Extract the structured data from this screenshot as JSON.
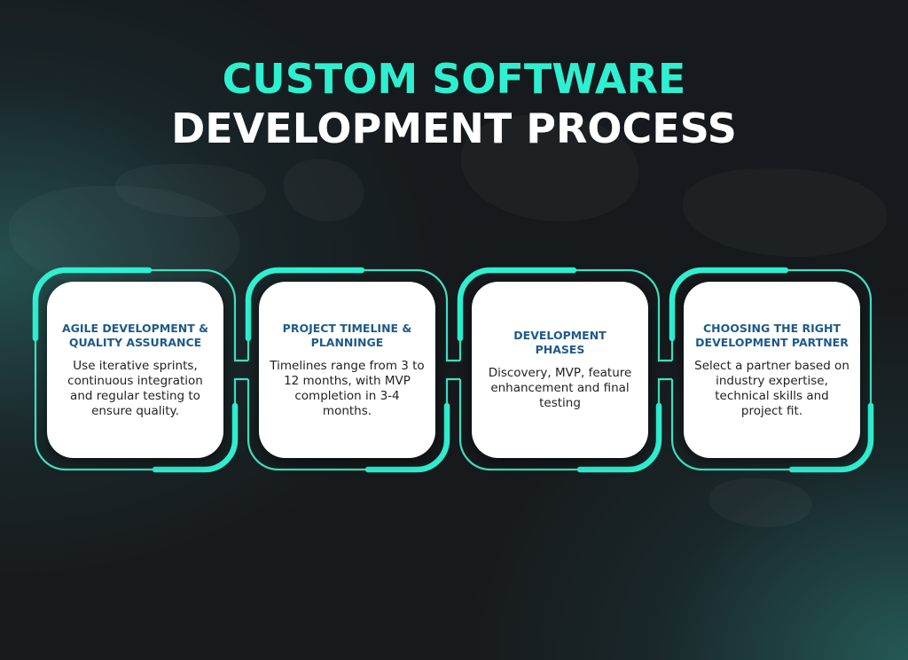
{
  "header": {
    "title_line1": "CUSTOM SOFTWARE",
    "title_line2": "DEVELOPMENT PROCESS"
  },
  "colors": {
    "accent": "#2ef0d0",
    "frame_line": "#3ee0c0",
    "card_title": "#1f5a8a",
    "card_text": "#222222",
    "background": "#15181c"
  },
  "steps": [
    {
      "title": "AGILE DEVELOPMENT & QUALITY ASSURANCE",
      "body": "Use iterative sprints, continuous integration and regular testing to ensure quality."
    },
    {
      "title": "PROJECT TIMELINE & PLANNINGE",
      "body": "Timelines range from 3 to 12 months, with MVP completion in 3-4 months."
    },
    {
      "title": "DEVELOPMENT PHASES",
      "body": "Discovery, MVP, feature enhancement and final testing"
    },
    {
      "title": "CHOOSING THE RIGHT DEVELOPMENT PARTNER",
      "body": "Select a partner based on industry expertise, technical skills and project fit."
    }
  ]
}
